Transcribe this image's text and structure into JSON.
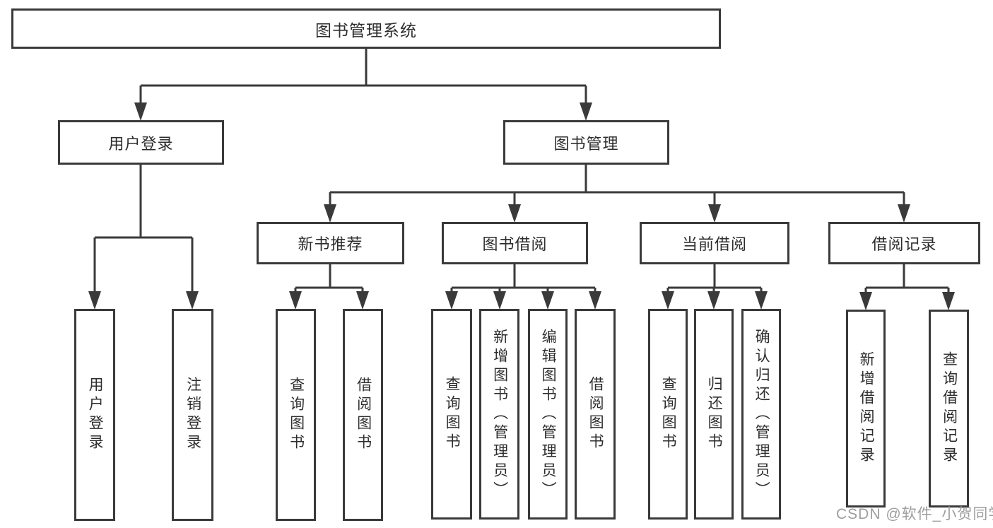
{
  "diagram": {
    "root": {
      "label": "图书管理系统"
    },
    "branches": [
      {
        "label": "用户登录",
        "children": [
          {
            "label": "用户登录"
          },
          {
            "label": "注销登录"
          }
        ]
      },
      {
        "label": "图书管理",
        "children": [
          {
            "label": "新书推荐",
            "children": [
              {
                "label": "查询图书"
              },
              {
                "label": "借阅图书"
              }
            ]
          },
          {
            "label": "图书借阅",
            "children": [
              {
                "label": "查询图书"
              },
              {
                "label": "新增图书（管理员）"
              },
              {
                "label": "编辑图书（管理员）"
              },
              {
                "label": "借阅图书"
              }
            ]
          },
          {
            "label": "当前借阅",
            "children": [
              {
                "label": "查询图书"
              },
              {
                "label": "归还图书"
              },
              {
                "label": "确认归还（管理员）"
              }
            ]
          },
          {
            "label": "借阅记录",
            "children": [
              {
                "label": "新增借阅记录"
              },
              {
                "label": "查询借阅记录"
              }
            ]
          }
        ]
      }
    ]
  },
  "watermark": {
    "text": "CSDN @软件_小贺同学"
  },
  "colors": {
    "line": "#3a3a3a",
    "text": "#2d2d2d",
    "watermark": "#9e9e9e",
    "background": "#ffffff"
  }
}
